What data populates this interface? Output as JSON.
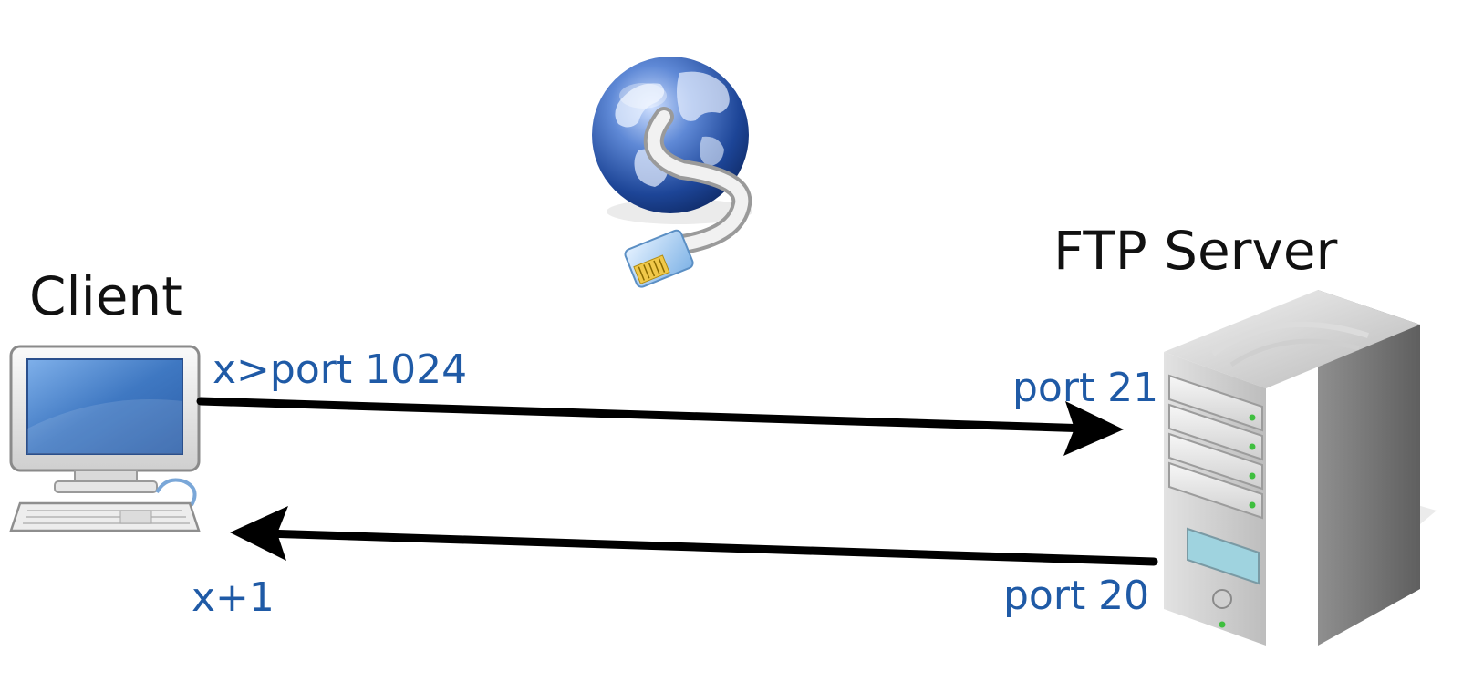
{
  "diagram": {
    "client": {
      "label": "Client",
      "icon": "desktop-computer-icon"
    },
    "server": {
      "label": "FTP Server",
      "icon": "server-tower-icon"
    },
    "network": {
      "icon": "globe-network-cable-icon"
    },
    "connections": {
      "client_to_server": {
        "from_port_label": "x>port 1024",
        "to_port_label": "port 21",
        "direction": "client-to-server"
      },
      "server_to_client": {
        "from_port_label": "port 20",
        "to_port_label": "x+1",
        "direction": "server-to-client"
      }
    },
    "colors": {
      "title_text": "#111111",
      "port_text": "#1f5aa6",
      "arrow": "#000000",
      "globe": "#1b4b9a",
      "server": "#b9b9b9",
      "monitor_screen": "#3f78c2"
    }
  }
}
